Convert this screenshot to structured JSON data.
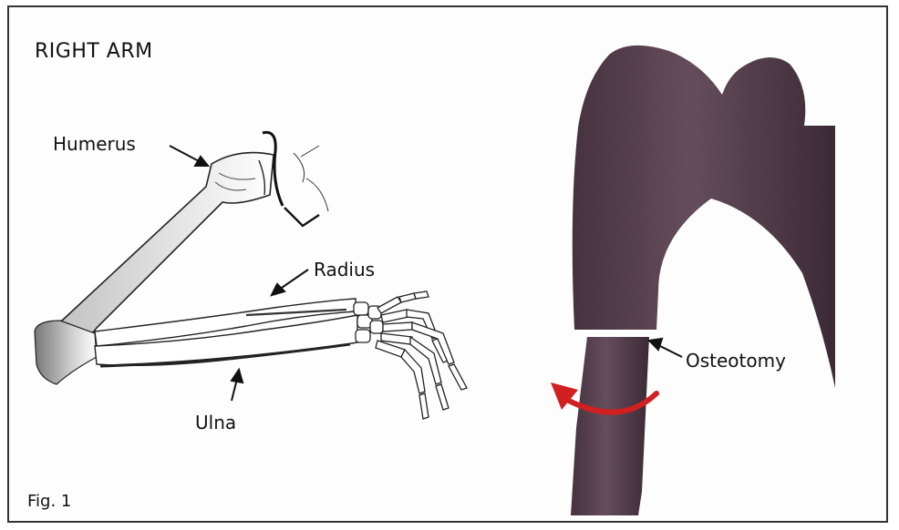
{
  "title": "RIGHT ARM",
  "figure_label": "Fig. 1",
  "labels": {
    "humerus": "Humerus",
    "radius": "Radius",
    "ulna": "Ulna",
    "osteotomy": "Osteotomy"
  },
  "colors": {
    "bone_fill": "#ffffff",
    "bone_outline": "#222222",
    "specimen": "#5f4656",
    "rotation_arrow": "#d21f1f"
  },
  "icons": [
    "pointer-arrow",
    "rotation-arrow"
  ]
}
